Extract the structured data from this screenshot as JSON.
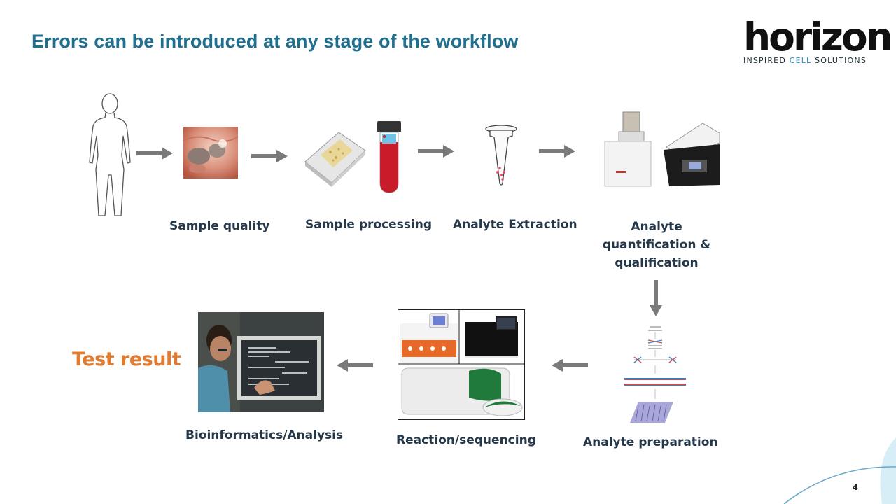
{
  "slide": {
    "title": "Errors can be introduced at any stage of the workflow",
    "page_number": "4"
  },
  "logo": {
    "word": "horizon",
    "tagline_pre": "INSPIRED ",
    "tagline_mid": "CELL",
    "tagline_post": " SOLUTIONS"
  },
  "steps": {
    "sample_quality": "Sample quality",
    "sample_processing": "Sample processing",
    "analyte_extraction": "Analyte Extraction",
    "quant_line1": "Analyte",
    "quant_line2": "quantification &",
    "quant_line3": "qualification",
    "analyte_preparation": "Analyte preparation",
    "reaction_sequencing": "Reaction/sequencing",
    "bioinformatics": "Bioinformatics/Analysis",
    "test_result": "Test result"
  },
  "colors": {
    "title": "#1f6f8f",
    "labels": "#24384a",
    "result": "#e07b2f",
    "arrow": "#7a7a7a"
  }
}
